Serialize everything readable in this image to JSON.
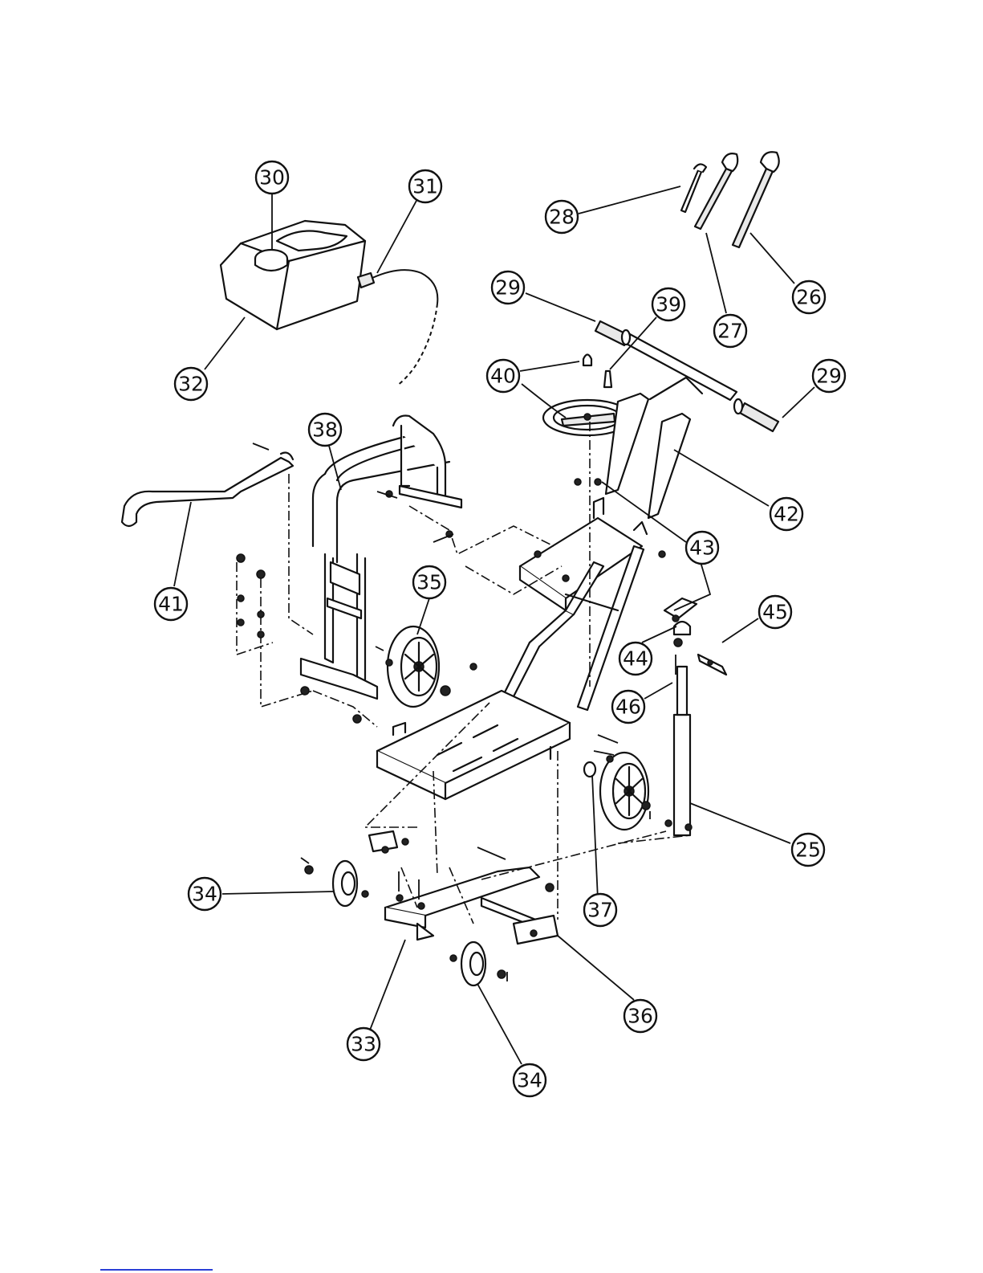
{
  "callouts": [
    {
      "id": "c30",
      "label": "30"
    },
    {
      "id": "c31",
      "label": "31"
    },
    {
      "id": "c32",
      "label": "32"
    },
    {
      "id": "c28",
      "label": "28"
    },
    {
      "id": "c27",
      "label": "27"
    },
    {
      "id": "c26",
      "label": "26"
    },
    {
      "id": "c29a",
      "label": "29"
    },
    {
      "id": "c29b",
      "label": "29"
    },
    {
      "id": "c39",
      "label": "39"
    },
    {
      "id": "c40",
      "label": "40"
    },
    {
      "id": "c38",
      "label": "38"
    },
    {
      "id": "c41",
      "label": "41"
    },
    {
      "id": "c42",
      "label": "42"
    },
    {
      "id": "c43",
      "label": "43"
    },
    {
      "id": "c45",
      "label": "45"
    },
    {
      "id": "c44",
      "label": "44"
    },
    {
      "id": "c46",
      "label": "46"
    },
    {
      "id": "c35",
      "label": "35"
    },
    {
      "id": "c25",
      "label": "25"
    },
    {
      "id": "c37",
      "label": "37"
    },
    {
      "id": "c34a",
      "label": "34"
    },
    {
      "id": "c36",
      "label": "36"
    },
    {
      "id": "c33",
      "label": "33"
    },
    {
      "id": "c34b",
      "label": "34"
    }
  ]
}
